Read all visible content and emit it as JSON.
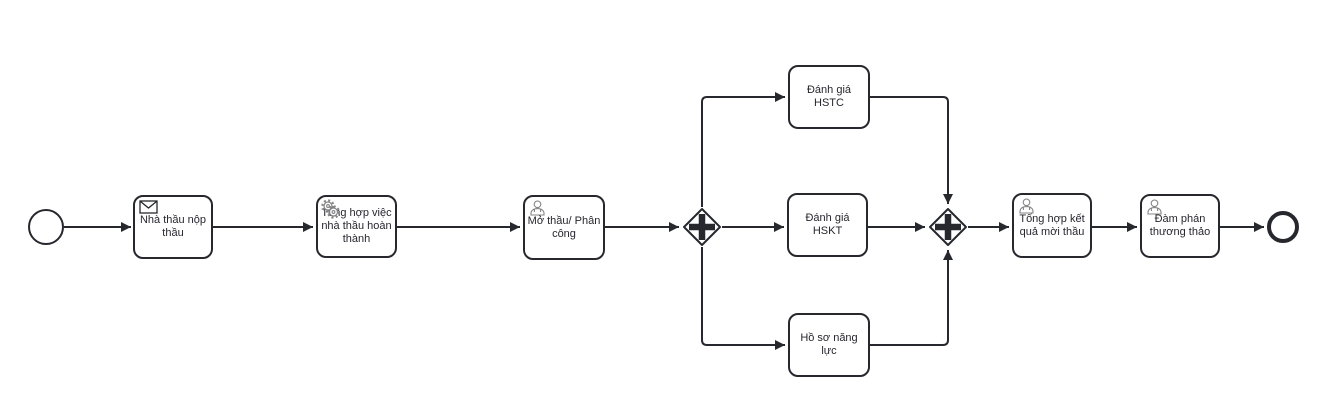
{
  "diagram": {
    "type": "bpmn-process",
    "background_color": "#ffffff",
    "stroke_color": "#26282e",
    "text_color": "#26262e",
    "icon_color": "#848484",
    "start_event": {
      "name": "start-event"
    },
    "end_event": {
      "name": "end-event"
    },
    "tasks": [
      {
        "id": "task-nha-thau-nop-thau",
        "label": "Nhà thầu nộp thầu",
        "type": "receive",
        "icon": "envelope-icon"
      },
      {
        "id": "task-tong-hop-viec",
        "label": "Tổng hợp việc nhà thầu hoàn thành",
        "type": "service",
        "icon": "gears-icon"
      },
      {
        "id": "task-mo-thau-phan-cong",
        "label": "Mở thầu/ Phân công",
        "type": "user",
        "icon": "user-icon"
      },
      {
        "id": "task-danh-gia-hstc",
        "label": "Đánh giá HSTC",
        "type": "task",
        "icon": null
      },
      {
        "id": "task-danh-gia-hskt",
        "label": "Đánh giá HSKT",
        "type": "task",
        "icon": null
      },
      {
        "id": "task-ho-so-nang-luc",
        "label": "Hồ sơ năng lực",
        "type": "task",
        "icon": null
      },
      {
        "id": "task-tong-hop-ket-qua",
        "label": "Tổng hợp kết quả mời thầu",
        "type": "user",
        "icon": "user-icon"
      },
      {
        "id": "task-dam-phan",
        "label": "Đàm phán thương thảo",
        "type": "user",
        "icon": "user-icon"
      }
    ],
    "gateways": [
      {
        "id": "parallel-gateway-split",
        "type": "parallel",
        "symbol": "+"
      },
      {
        "id": "parallel-gateway-join",
        "type": "parallel",
        "symbol": "+"
      }
    ],
    "flows": [
      {
        "from": "start-event",
        "to": "task-nha-thau-nop-thau"
      },
      {
        "from": "task-nha-thau-nop-thau",
        "to": "task-tong-hop-viec"
      },
      {
        "from": "task-tong-hop-viec",
        "to": "task-mo-thau-phan-cong"
      },
      {
        "from": "task-mo-thau-phan-cong",
        "to": "parallel-gateway-split"
      },
      {
        "from": "parallel-gateway-split",
        "to": "task-danh-gia-hstc"
      },
      {
        "from": "parallel-gateway-split",
        "to": "task-danh-gia-hskt"
      },
      {
        "from": "parallel-gateway-split",
        "to": "task-ho-so-nang-luc"
      },
      {
        "from": "task-danh-gia-hstc",
        "to": "parallel-gateway-join"
      },
      {
        "from": "task-danh-gia-hskt",
        "to": "parallel-gateway-join"
      },
      {
        "from": "task-ho-so-nang-luc",
        "to": "parallel-gateway-join"
      },
      {
        "from": "parallel-gateway-join",
        "to": "task-tong-hop-ket-qua"
      },
      {
        "from": "task-tong-hop-ket-qua",
        "to": "task-dam-phan"
      },
      {
        "from": "task-dam-phan",
        "to": "end-event"
      }
    ]
  }
}
